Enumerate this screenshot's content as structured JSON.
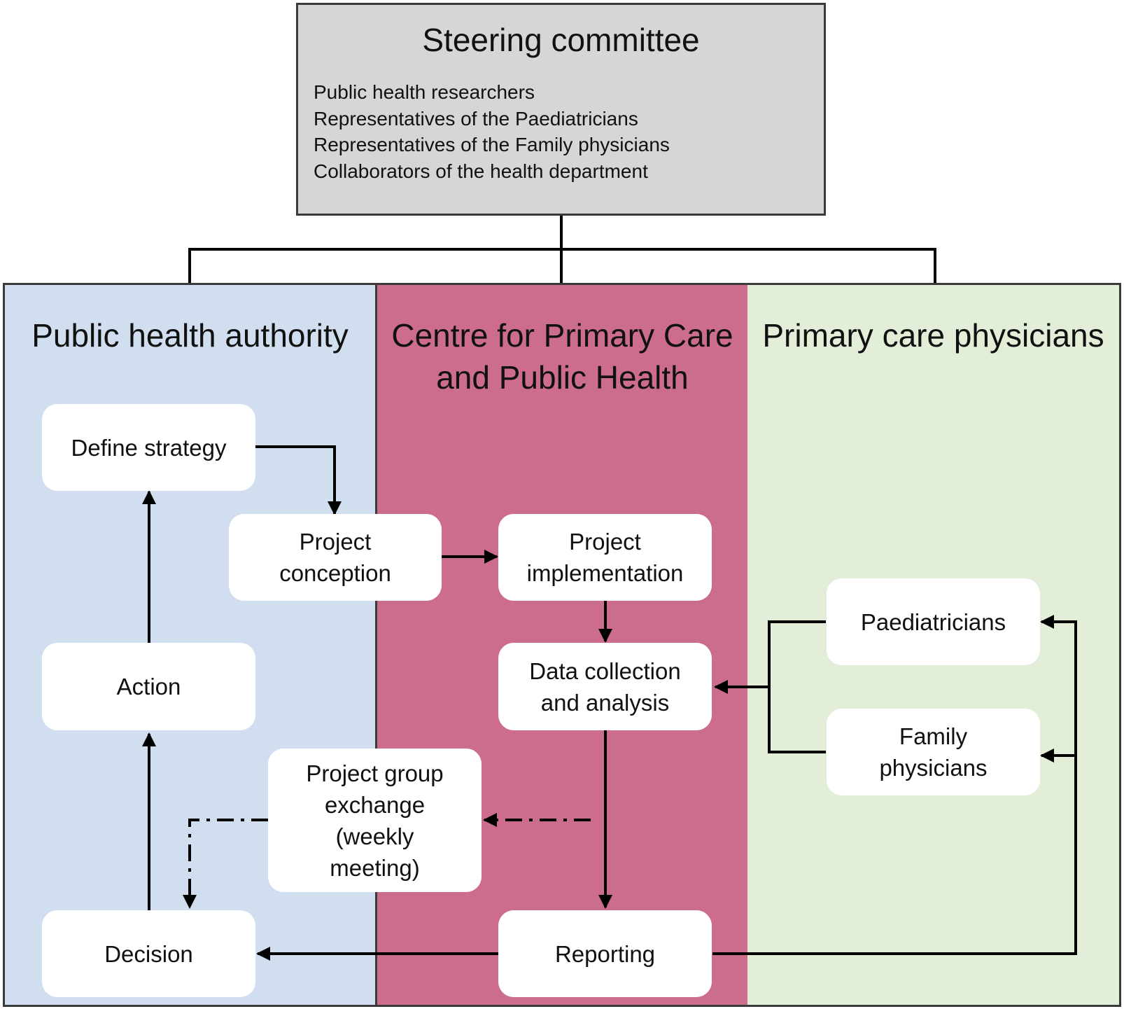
{
  "steering_committee": {
    "title": "Steering committee",
    "members": [
      "Public health researchers",
      "Representatives of the Paediatricians",
      "Representatives of the Family physicians",
      "Collaborators of the health department"
    ]
  },
  "panels": {
    "public_health_authority": "Public health authority",
    "centre": "Centre for Primary Care\nand Public Health",
    "primary_care": "Primary care physicians"
  },
  "nodes": {
    "define_strategy": "Define strategy",
    "project_conception": "Project\nconception",
    "project_implementation": "Project\nimplementation",
    "data_collection": "Data collection\nand analysis",
    "action": "Action",
    "project_group_exchange": "Project group\nexchange\n(weekly\nmeeting)",
    "decision": "Decision",
    "reporting": "Reporting",
    "paediatricians": "Paediatricians",
    "family_physicians": "Family\nphysicians"
  },
  "colors": {
    "steering_fill": "#d6d6d6",
    "public_health_authority_fill": "#d1deef",
    "centre_fill": "#cc6d8c",
    "primary_care_fill": "#e3eed8",
    "node_fill": "#ffffff",
    "line": "#000000"
  }
}
